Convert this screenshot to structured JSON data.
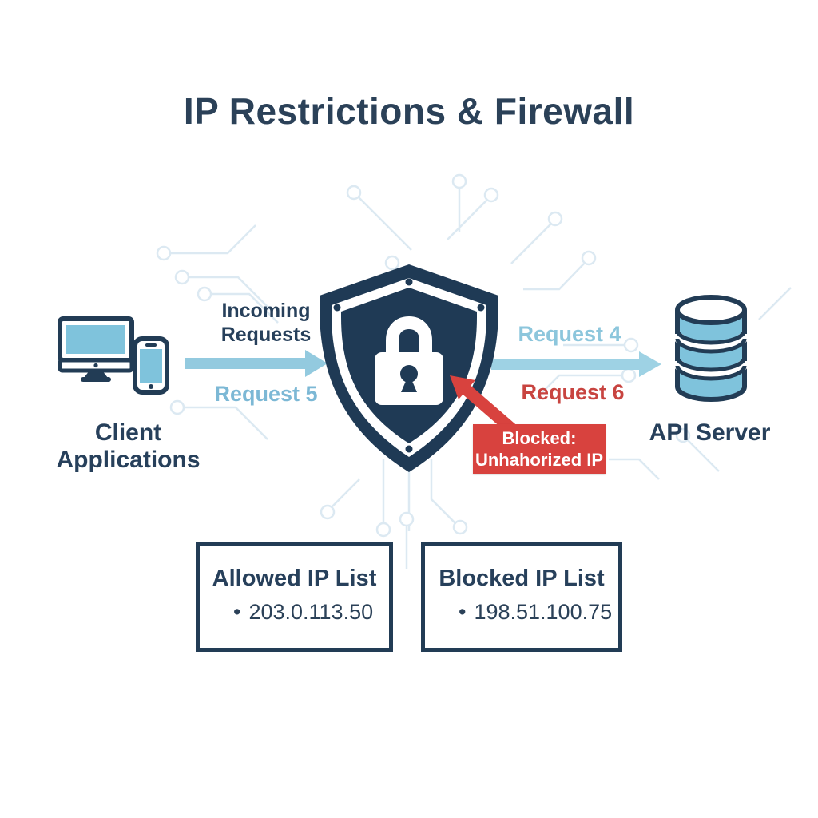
{
  "title": "IP Restrictions & Firewall",
  "left_node": {
    "label": "Client Applications"
  },
  "right_node": {
    "label": "API Server"
  },
  "flows": {
    "incoming": "Incoming Requests",
    "request5": "Request 5",
    "request4": "Request 4",
    "request6": "Request 6"
  },
  "blocked_callout": {
    "line1": "Blocked:",
    "line2": "Unhahorized IP"
  },
  "panels": {
    "allowed": {
      "title": "Allowed IP List",
      "bullet": "•",
      "items": [
        "203.0.113.50"
      ]
    },
    "blocked": {
      "title": "Blocked IP List",
      "bullet": "•",
      "items": [
        "198.51.100.75"
      ]
    }
  },
  "icons": {
    "client": "monitor-and-phone-icon",
    "firewall": "shield-lock-icon",
    "server": "database-icon"
  },
  "colors": {
    "navy": "#223C55",
    "screen_blue": "#7FC3DC",
    "arrow_blue": "#93CADF",
    "label_blue": "#7CB8D5",
    "red": "#D8423E",
    "circuit": "#DCE9F2"
  }
}
